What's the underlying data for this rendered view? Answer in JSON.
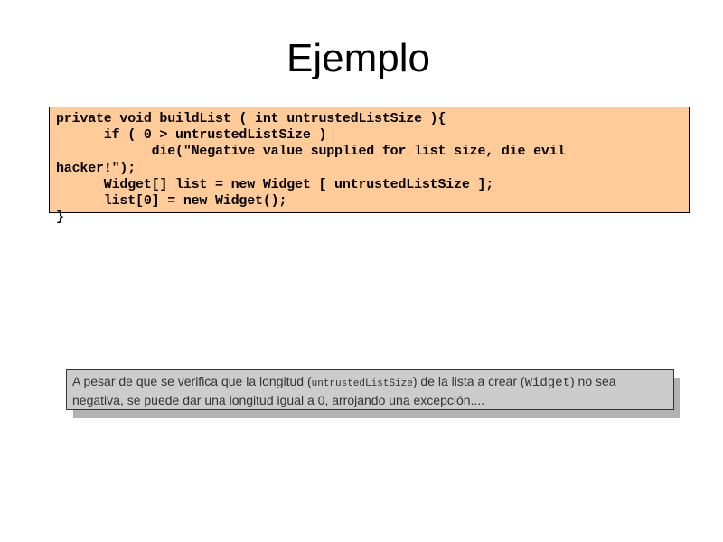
{
  "slide": {
    "title": "Ejemplo"
  },
  "code": {
    "lines": [
      "private void buildList ( int untrustedListSize ){",
      "      if ( 0 > untrustedListSize )",
      "            die(\"Negative value supplied for list size, die evil",
      "hacker!\");",
      "      Widget[] list = new Widget [ untrustedListSize ];",
      "      list[0] = new Widget();",
      "}"
    ]
  },
  "note": {
    "part1": "A pesar de que se verifica que la longitud (",
    "var_name": "untrustedListSize",
    "part2": ") de la lista a crear (",
    "class_name": "Widget",
    "part3": ") no sea negativa, se puede dar una longitud igual a ",
    "zero": "0",
    "part4": ", arrojando una excepción...."
  },
  "colors": {
    "code_background": "#ffcc99",
    "note_background": "#cccccc",
    "note_shadow": "#b2b2b2"
  }
}
